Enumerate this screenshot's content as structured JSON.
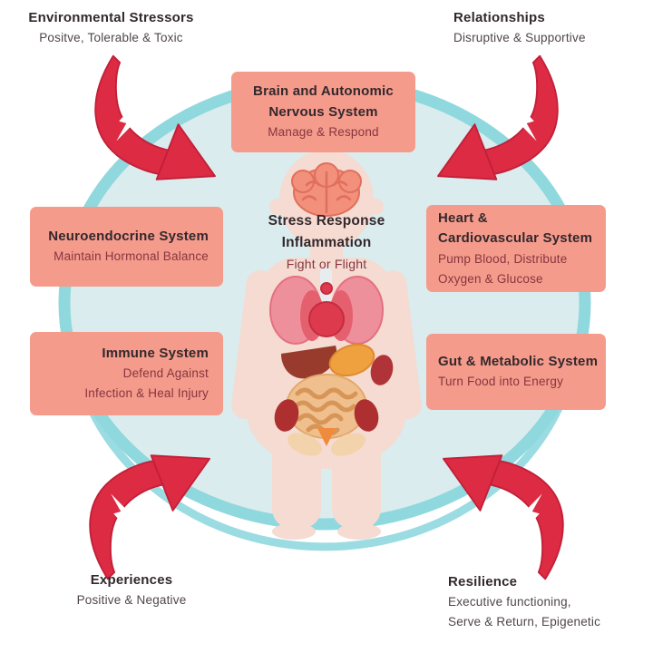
{
  "colors": {
    "box_salmon": "#F59B8C",
    "arrow_red": "#DC2B43",
    "ring_teal": "#8FD8DE",
    "circle_fill": "#DAECEE",
    "skin": "#F5DBD2",
    "title_text": "#33282C",
    "label_subtitle_text": "#50464A",
    "box_subtitle_text": "#86363F"
  },
  "corner_labels": {
    "environmental_stressors": {
      "title": "Environmental Stressors",
      "subtitle": "Positve, Tolerable & Toxic"
    },
    "relationships": {
      "title": "Relationships",
      "subtitle": "Disruptive & Supportive"
    },
    "experiences": {
      "title": "Experiences",
      "subtitle": "Positive & Negative"
    },
    "resilience": {
      "title": "Resilience",
      "subtitle_line1": "Executive functioning,",
      "subtitle_line2": "Serve & Return, Epigenetic"
    }
  },
  "boxes": {
    "brain": {
      "title_line1": "Brain and Autonomic",
      "title_line2": "Nervous System",
      "subtitle": "Manage & Respond"
    },
    "neuroendocrine": {
      "title": "Neuroendocrine System",
      "subtitle": "Maintain Hormonal Balance"
    },
    "heart": {
      "title_line1": "Heart &",
      "title_line2": "Cardiovascular System",
      "subtitle_line1": "Pump Blood, Distribute",
      "subtitle_line2": "Oxygen & Glucose"
    },
    "immune": {
      "title": "Immune System",
      "subtitle_line1": "Defend Against",
      "subtitle_line2": "Infection & Heal Injury"
    },
    "gut": {
      "title": "Gut & Metabolic System",
      "subtitle": "Turn Food into Energy"
    }
  },
  "center": {
    "title_line1": "Stress Response",
    "title_line2": "Inflammation",
    "subtitle": "Fight or Flight"
  }
}
